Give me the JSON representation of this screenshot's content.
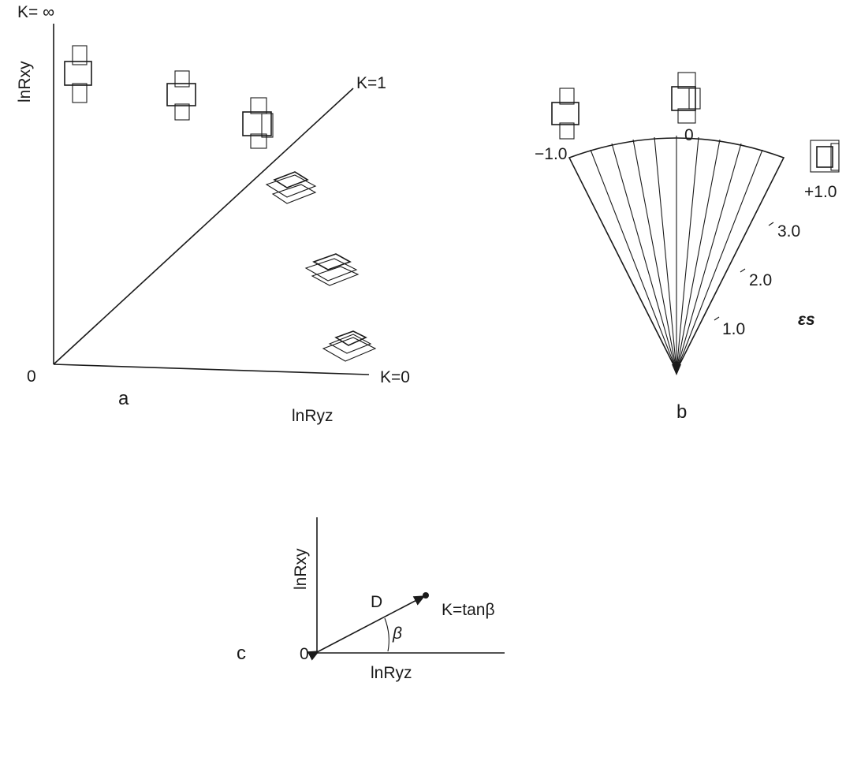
{
  "panel_a": {
    "letter": "a",
    "y_axis_label": "lnRxy",
    "x_axis_label": "lnRyz",
    "k_infinity": "K= ∞",
    "k_one": "K=1",
    "k_zero": "K=0",
    "origin": "0"
  },
  "panel_b": {
    "letter": "b",
    "left_label": "−1.0",
    "top_label": "0",
    "right_label": "+1.0",
    "scale_ticks": [
      "1.0",
      "2.0",
      "3.0"
    ],
    "axis_symbol": "εs"
  },
  "panel_c": {
    "letter": "c",
    "y_axis_label": "lnRxy",
    "x_axis_label": "lnRyz",
    "origin": "0",
    "vector_label": "D",
    "angle_label": "β",
    "formula": "K=tanβ"
  }
}
